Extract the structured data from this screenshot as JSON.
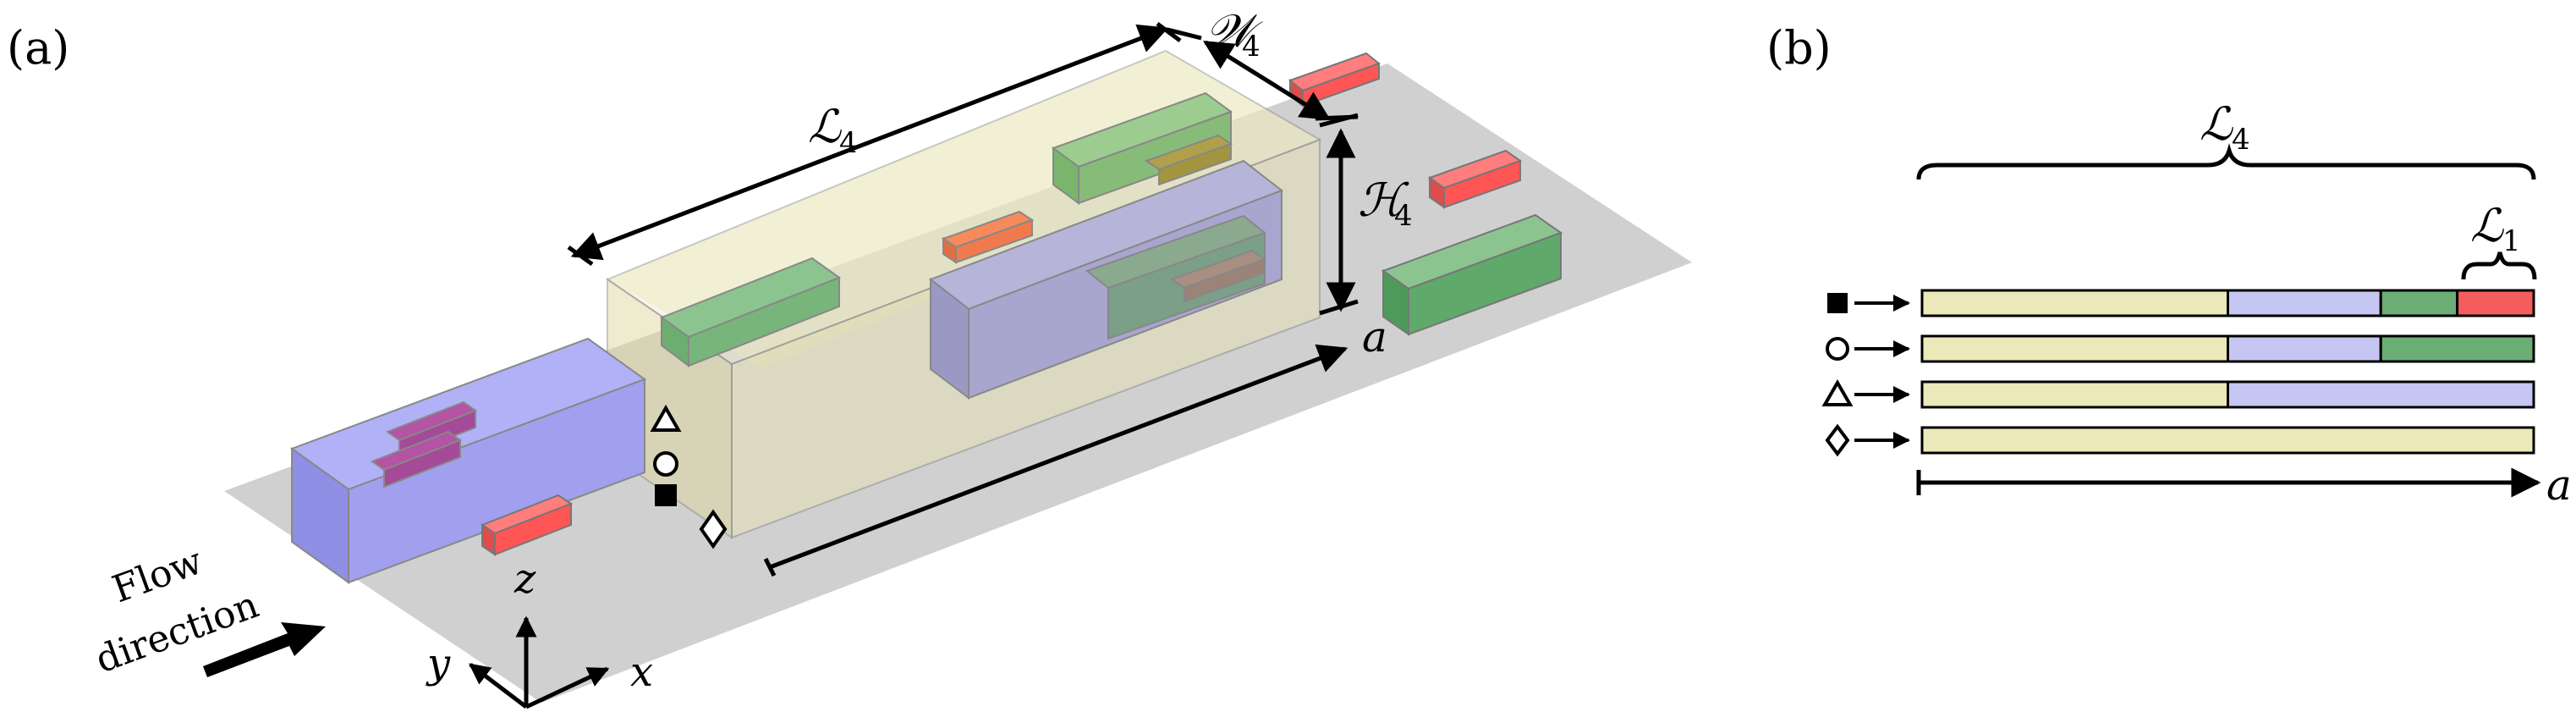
{
  "panel_a": {
    "label": "(a)",
    "dims": {
      "length": "ℒ",
      "length_sub": "4",
      "width": "𝒲",
      "width_sub": "4",
      "height": "ℋ",
      "height_sub": "4"
    },
    "axis_a": "a",
    "flow_line1": "Flow",
    "flow_line2": "direction",
    "axes": {
      "z": "z",
      "y": "y",
      "x": "x"
    }
  },
  "panel_b": {
    "label": "(b)",
    "top_brace": "ℒ",
    "top_brace_sub": "4",
    "small_brace": "ℒ",
    "small_brace_sub": "1",
    "axis": "a",
    "rows": [
      {
        "marker": "square",
        "segments": [
          "level4",
          "level3",
          "level2",
          "level1"
        ]
      },
      {
        "marker": "circle",
        "segments": [
          "level4",
          "level3",
          "level2"
        ]
      },
      {
        "marker": "triangle",
        "segments": [
          "level4",
          "level3"
        ]
      },
      {
        "marker": "diamond",
        "segments": [
          "level4"
        ]
      }
    ]
  },
  "colors": {
    "level4": "#ebe8b9",
    "level3": "#c6c6f2",
    "level2": "#6aae76",
    "level1": "#f35d5d",
    "ground": "#cfcfcf"
  }
}
